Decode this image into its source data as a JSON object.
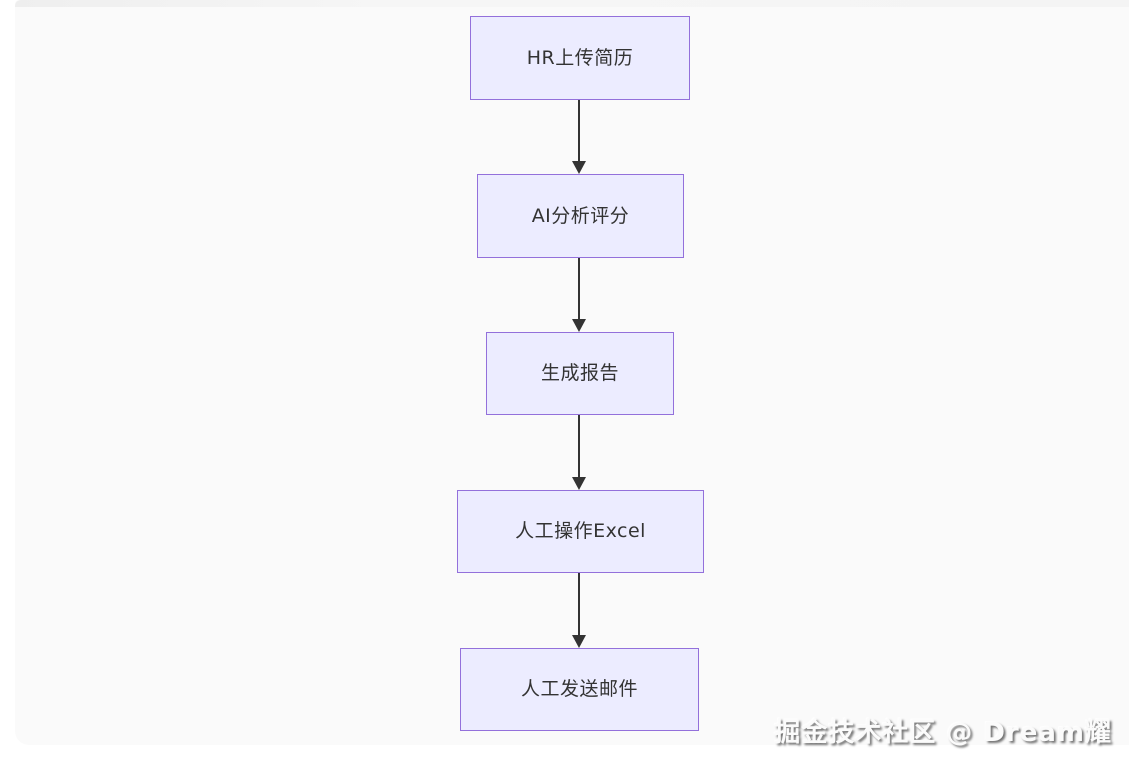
{
  "page": {
    "background_color": "#ffffff",
    "panel_background_color": "#fafafa"
  },
  "flowchart": {
    "type": "flowchart",
    "direction": "top-down",
    "style": {
      "node_fill": "#ECECFF",
      "node_border": "#9370DB",
      "node_text_color": "#333333",
      "arrow_color": "#333333"
    },
    "nodes": [
      {
        "id": "hr-upload",
        "label": "HR上传简历"
      },
      {
        "id": "ai-score",
        "label": "AI分析评分"
      },
      {
        "id": "report",
        "label": "生成报告"
      },
      {
        "id": "excel",
        "label": "人工操作Excel"
      },
      {
        "id": "email",
        "label": "人工发送邮件"
      }
    ],
    "edges": [
      {
        "from": "hr-upload",
        "to": "ai-score"
      },
      {
        "from": "ai-score",
        "to": "report"
      },
      {
        "from": "report",
        "to": "excel"
      },
      {
        "from": "excel",
        "to": "email"
      }
    ]
  },
  "watermark": {
    "text": "掘金技术社区 @ Dream耀"
  }
}
